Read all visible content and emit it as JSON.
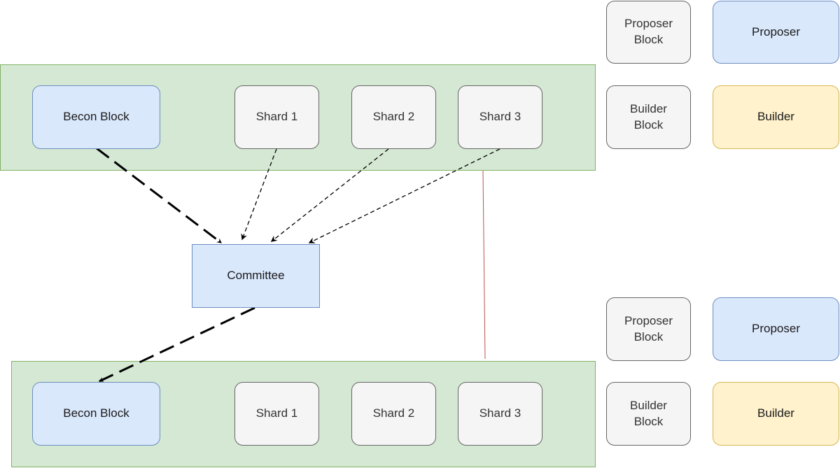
{
  "diagram": {
    "top_row": {
      "beacon_block": "Becon Block",
      "shard_1": "Shard 1",
      "shard_2": "Shard 2",
      "shard_3": "Shard 3"
    },
    "committee": "Committee",
    "bottom_row": {
      "beacon_block": "Becon Block",
      "shard_1": "Shard 1",
      "shard_2": "Shard 2",
      "shard_3": "Shard 3"
    },
    "legend_top": {
      "proposer_block": "Proposer\nBlock",
      "proposer": "Proposer",
      "builder_block": "Builder\nBlock",
      "builder": "Builder"
    },
    "legend_bottom": {
      "proposer_block": "Proposer\nBlock",
      "proposer": "Proposer",
      "builder_block": "Builder\nBlock",
      "builder": "Builder"
    }
  },
  "colors": {
    "group_fill": "#d5e8d4",
    "group_border": "#82b366",
    "blue_fill": "#dae8fc",
    "gray_fill": "#f5f5f5",
    "yellow_fill": "#fff2cc",
    "red_line": "#b85450"
  }
}
